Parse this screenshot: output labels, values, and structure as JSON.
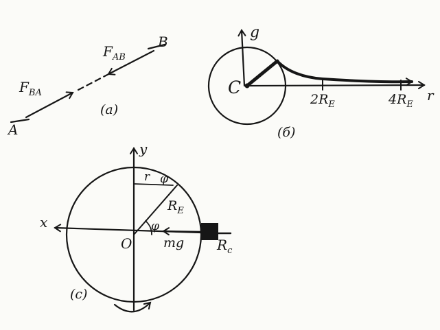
{
  "part_a": {
    "label": "(a)",
    "point_A": "A",
    "point_B": "B",
    "force_AB_main": "F",
    "force_AB_sub": "AB",
    "force_BA_main": "F",
    "force_BA_sub": "BA"
  },
  "part_b": {
    "label": "(б)",
    "axis_vertical": "g",
    "axis_horizontal": "r",
    "center": "C",
    "tick1_main": "2R",
    "tick1_sub": "E",
    "tick2_main": "4R",
    "tick2_sub": "E"
  },
  "part_c": {
    "label": "(c)",
    "axis_x": "x",
    "axis_y": "y",
    "origin": "O",
    "radius_main": "R",
    "radius_sub": "E",
    "angle_center": "φ",
    "angle_top": "φ",
    "distance_top": "r",
    "weight": "mg",
    "reaction_main": "R",
    "reaction_sub": "c"
  },
  "ink_color": "#161616"
}
